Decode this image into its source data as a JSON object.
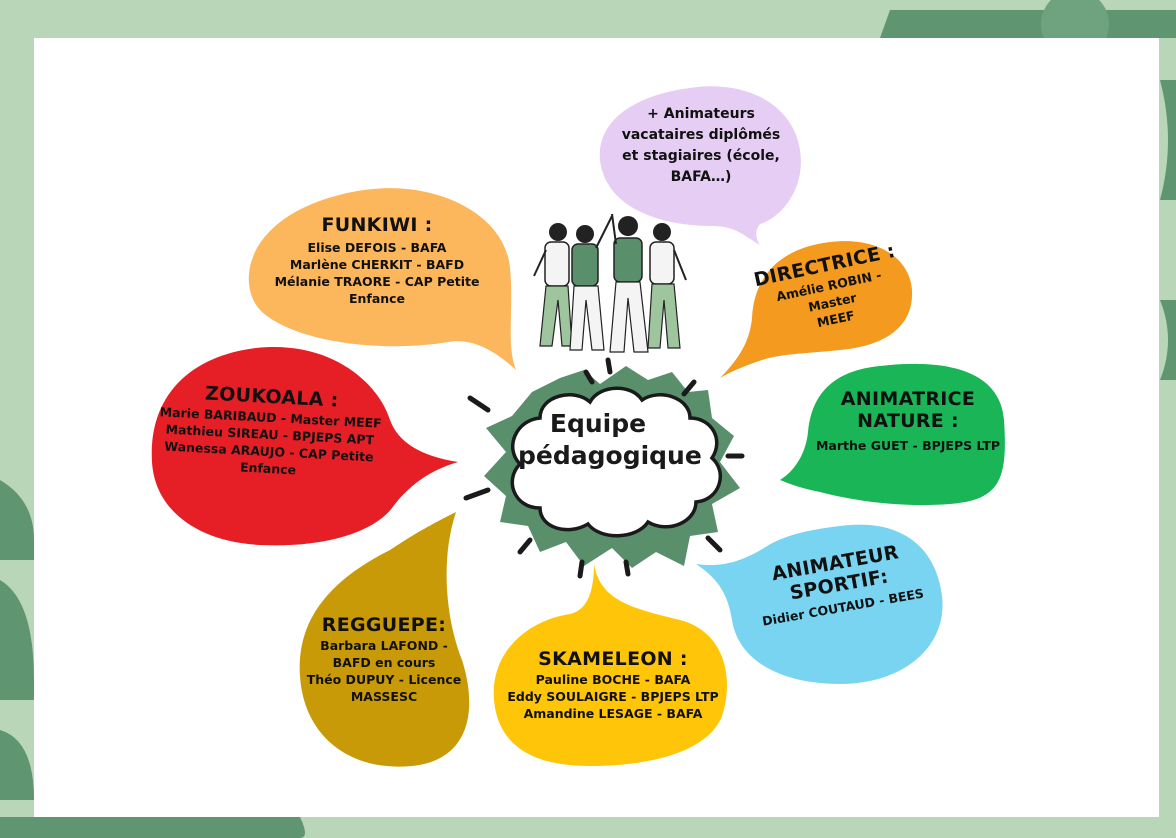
{
  "colors": {
    "page_background": "#b9d6b9",
    "frame_shapes": "#5f9671",
    "card": "#ffffff",
    "accent_green": "#5a8f6c"
  },
  "center": {
    "title_line1": "Equipe",
    "title_line2": "pédagogique"
  },
  "illustration": {
    "icon": "team-high-five-icon"
  },
  "bubbles": [
    {
      "id": "funkiwi",
      "color": "#fcb65c",
      "title": "FUNKIWI :",
      "lines": [
        "Elise DEFOIS - BAFA",
        "Marlène CHERKIT - BAFD",
        "Mélanie TRAORE -  CAP Petite",
        "Enfance"
      ]
    },
    {
      "id": "animateurs",
      "color": "#e6cdf3",
      "title": "",
      "lines": [
        "+ Animateurs",
        "vacataires diplômés",
        "et stagiaires (école,",
        "BAFA…)"
      ]
    },
    {
      "id": "directrice",
      "color": "#f39a1f",
      "title": "DIRECTRICE :",
      "lines": [
        "Amélie ROBIN - Master",
        "MEEF"
      ]
    },
    {
      "id": "zoukoala",
      "color": "#e61f26",
      "title": "ZOUKOALA :",
      "lines": [
        "Marie BARIBAUD - Master MEEF",
        "Mathieu SIREAU - BPJEPS APT",
        "Wanessa ARAUJO - CAP Petite",
        "Enfance"
      ]
    },
    {
      "id": "nature",
      "color": "#19b557",
      "title": "ANIMATRICE\nNATURE :",
      "title_lines": [
        "ANIMATRICE",
        "NATURE :"
      ],
      "lines": [
        "Marthe GUET - BPJEPS LTP"
      ]
    },
    {
      "id": "regguepe",
      "color": "#c99a08",
      "title": "REGGUEPE:",
      "lines": [
        "Barbara LAFOND -",
        "BAFD en cours",
        "Théo DUPUY - Licence",
        "MASSESC"
      ]
    },
    {
      "id": "skameleon",
      "color": "#ffc508",
      "title": "SKAMELEON :",
      "lines": [
        "Pauline BOCHE - BAFA",
        "Eddy SOULAIGRE - BPJEPS LTP",
        "Amandine LESAGE - BAFA"
      ]
    },
    {
      "id": "sportif",
      "color": "#78d4f0",
      "title_lines": [
        "ANIMATEUR",
        "SPORTIF:"
      ],
      "lines": [
        "Didier COUTAUD - BEES"
      ]
    }
  ]
}
